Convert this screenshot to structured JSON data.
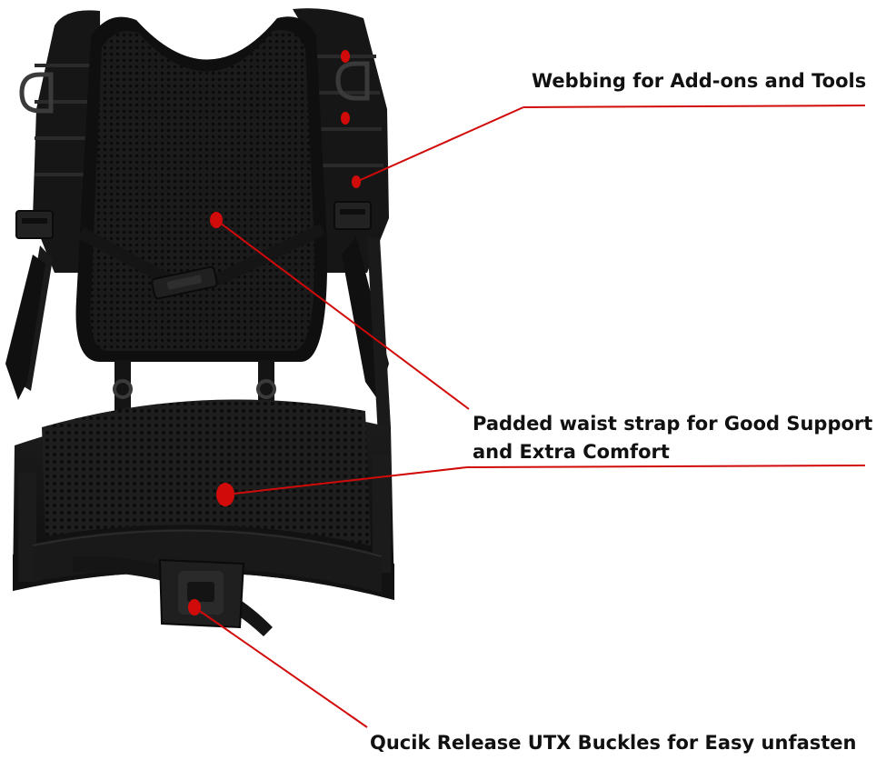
{
  "callouts": {
    "webbing": "Webbing for Add-ons and Tools",
    "padded_line1": "Padded waist strap for Good Support",
    "padded_line2": "and Extra Comfort",
    "buckle": "Qucik Release UTX Buckles for Easy unfasten"
  },
  "colors": {
    "background": "#ffffff",
    "accent": "#d10a0a",
    "gear": "#141414",
    "text": "#111111"
  }
}
